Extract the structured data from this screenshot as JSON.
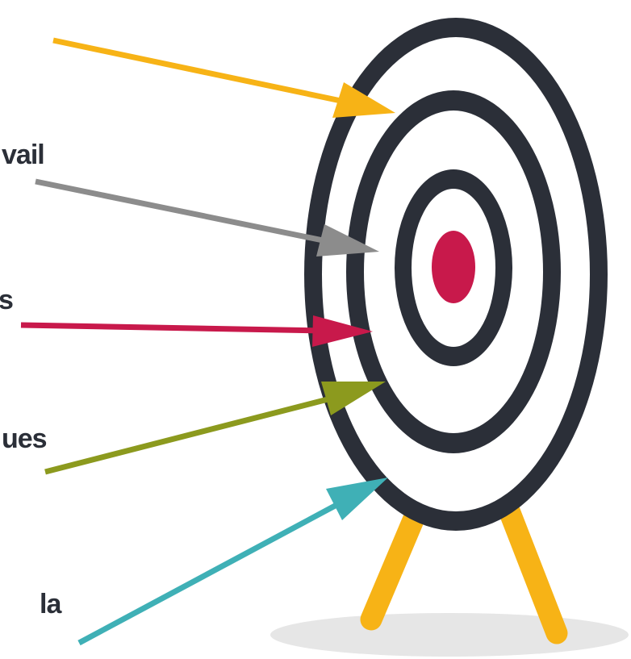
{
  "labels": {
    "text_2": "vail",
    "text_3": "s",
    "text_4": "ues",
    "text_5": "la"
  },
  "colors": {
    "ring_dark": "#2b2f38",
    "bullseye": "#c8194b",
    "stand": "#f7b316",
    "shadow": "#e6e6e6",
    "arrow_1": "#f7b316",
    "arrow_2": "#8c8c8c",
    "arrow_3": "#c8194b",
    "arrow_4": "#8c9a1e",
    "arrow_5": "#3fb0b6",
    "label_text": "#2b2f38"
  }
}
